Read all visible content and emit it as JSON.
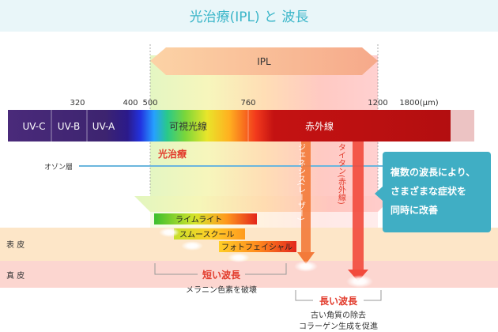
{
  "title": "光治療(IPL) と 波長",
  "ipl_label": "IPL",
  "wavelength_ticks": [
    "320",
    "400",
    "500",
    "760",
    "1200",
    "1800(μm)"
  ],
  "bands": {
    "uvc": "UV-C",
    "uvb": "UV-B",
    "uva": "UV-A",
    "visible": "可視光線",
    "infrared": "赤外線"
  },
  "phototherapy_label": "光治療",
  "ozone_label": "オゾン層",
  "genesis_label": "ジェネシス(レーザー)",
  "titan_label": "タイタン(赤外線)",
  "callout_lines": [
    "複数の波長により、",
    "さまざまな症状を",
    "同時に改善"
  ],
  "skin_layers": {
    "epidermis": "表 皮",
    "dermis": "真 皮"
  },
  "treatments": [
    "ライムライト",
    "スムースクール",
    "フォトフェイシャル"
  ],
  "short_wave": {
    "label": "短い波長",
    "effect": "メラニン色素を破壊"
  },
  "long_wave": {
    "label": "長い波長",
    "effects": [
      "古い角質の除去",
      "コラーゲン生成を促進"
    ]
  },
  "colors": {
    "title": "#3bb6c9",
    "callout": "#40aec4",
    "phototherapy": "#e23b2c",
    "long_wave": "#e23b2c",
    "short_wave": "#e23b2c",
    "ozone_line": "#6cb6dd",
    "ipl_arrow": "#f6b08a"
  }
}
